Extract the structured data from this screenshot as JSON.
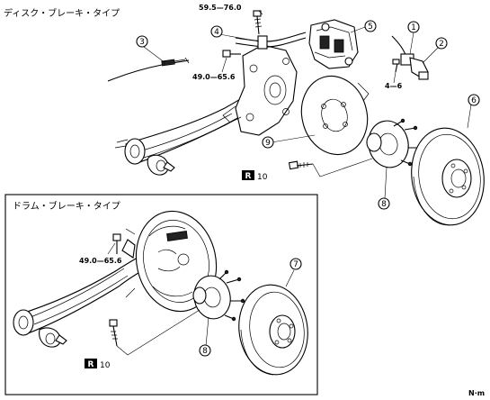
{
  "titles": {
    "disc_brake": "ディスク・ブレーキ・タイプ",
    "drum_brake": "ドラム・ブレーキ・タイプ"
  },
  "torques": {
    "caliper_bolt": "59.5—76.0",
    "knuckle_bolt_disc": "49.0—65.6",
    "sensor_bolt": "4—6",
    "knuckle_bolt_drum": "49.0—65.6"
  },
  "callouts": [
    "1",
    "2",
    "3",
    "4",
    "5",
    "6",
    "7",
    "8",
    "9",
    "8"
  ],
  "replace_marker": {
    "badge": "R",
    "value_disc": "10",
    "value_drum": "10"
  },
  "unit": "N·m"
}
